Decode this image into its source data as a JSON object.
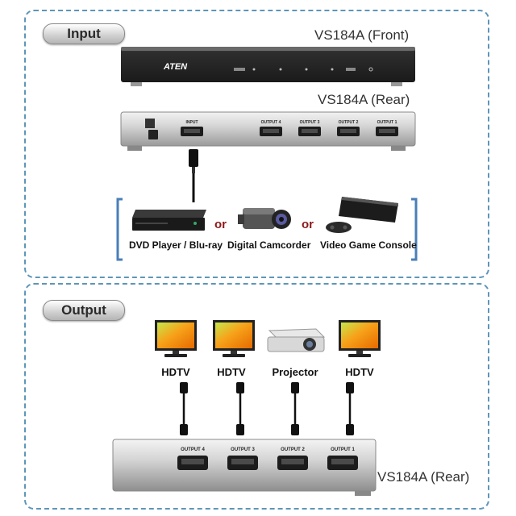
{
  "input_section": {
    "title": "Input",
    "front_label": "VS184A (Front)",
    "rear_label": "VS184A (Rear)",
    "brand": "ATEN",
    "rear_ports": [
      "INPUT",
      "OUTPUT 4",
      "OUTPUT 3",
      "OUTPUT 2",
      "OUTPUT 1"
    ],
    "sources": [
      "DVD Player / Blu-ray",
      "Digital Camcorder",
      "Video Game Console"
    ],
    "separator": "or"
  },
  "output_section": {
    "title": "Output",
    "displays": [
      "HDTV",
      "HDTV",
      "Projector",
      "HDTV"
    ],
    "rear_ports": [
      "OUTPUT 4",
      "OUTPUT 3",
      "OUTPUT 2",
      "OUTPUT 1"
    ],
    "rear_label": "VS184A (Rear)"
  },
  "colors": {
    "dashed_border": "#5e96b8",
    "bracket": "#4a7fb8",
    "or_text": "#8b1a1a",
    "device_body": "#2a2a2a",
    "rear_silver": "#c9c9c9"
  }
}
